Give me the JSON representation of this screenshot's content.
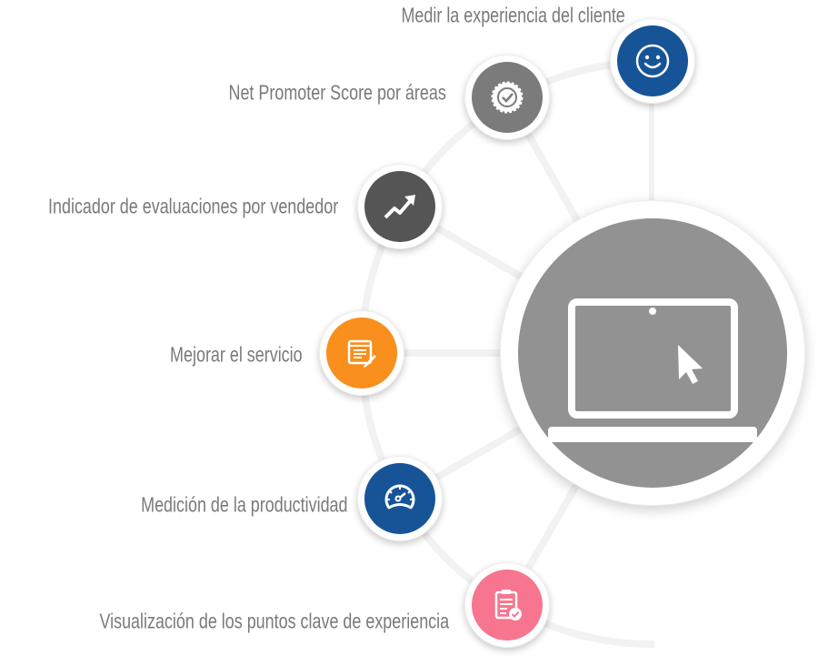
{
  "items": [
    {
      "label": "Medir la experiencia del cliente",
      "icon": "smiley-icon",
      "color": "#175497"
    },
    {
      "label": "Net Promoter Score por áreas",
      "icon": "badge-check-icon",
      "color": "#7b7b7b"
    },
    {
      "label": "Indicador de evaluaciones por vendedor",
      "icon": "trend-up-icon",
      "color": "#555555"
    },
    {
      "label": "Mejorar el servicio",
      "icon": "form-edit-icon",
      "color": "#f98f1d"
    },
    {
      "label": "Medición de la productividad",
      "icon": "speedometer-icon",
      "color": "#175497"
    },
    {
      "label": "Visualización de los puntos clave de experiencia",
      "icon": "clipboard-check-icon",
      "color": "#f7758e"
    }
  ],
  "hub": {
    "icon": "laptop-cursor-icon",
    "color": "#929292"
  }
}
